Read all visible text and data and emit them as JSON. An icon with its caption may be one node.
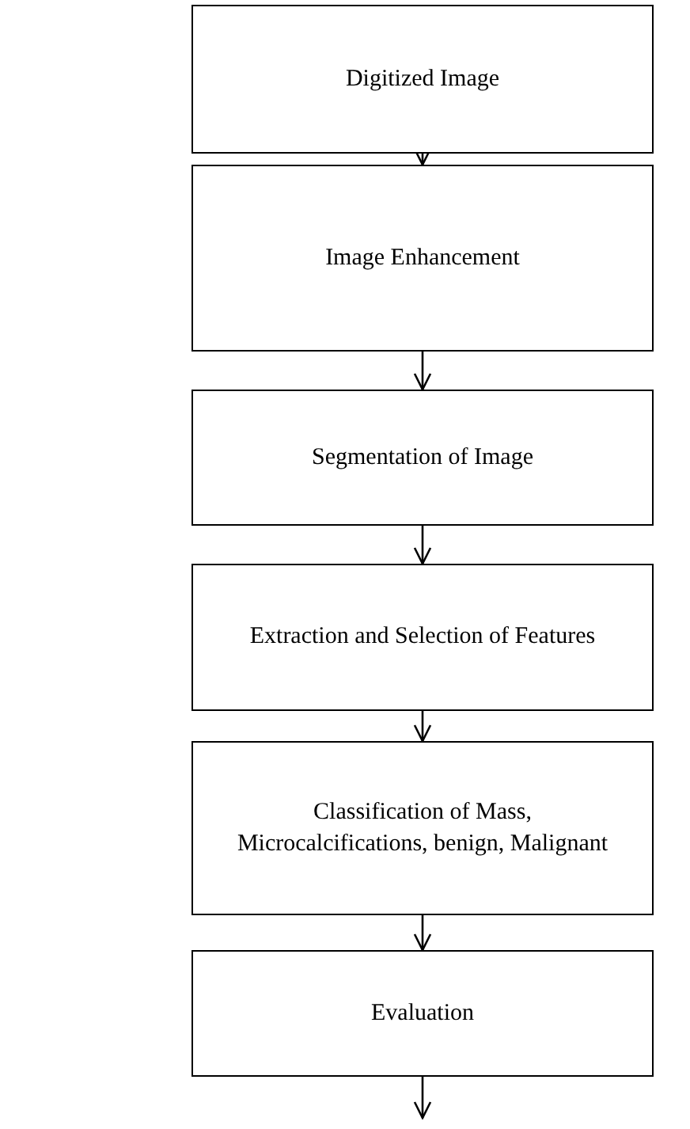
{
  "diagram": {
    "nodes": [
      {
        "text": [
          "Digitized Image"
        ]
      },
      {
        "text": [
          "Image Enhancement"
        ]
      },
      {
        "text": [
          "Segmentation of Image"
        ]
      },
      {
        "text": [
          "Extraction and Selection of Features"
        ]
      },
      {
        "text": [
          "Classification of Mass, Microcalcifications, benign, Malignant"
        ]
      },
      {
        "text": [
          "Evaluation"
        ]
      }
    ],
    "edges": [
      {
        "from": 0,
        "to": 1,
        "arrow": "to"
      },
      {
        "from": 1,
        "to": 2,
        "arrow": "to"
      },
      {
        "from": 2,
        "to": 3,
        "arrow": "to"
      },
      {
        "from": 3,
        "to": 4,
        "arrow": "to"
      },
      {
        "from": 4,
        "to": 5,
        "arrow": "to"
      },
      {
        "from": 5,
        "to": null,
        "arrow": "to"
      }
    ]
  }
}
